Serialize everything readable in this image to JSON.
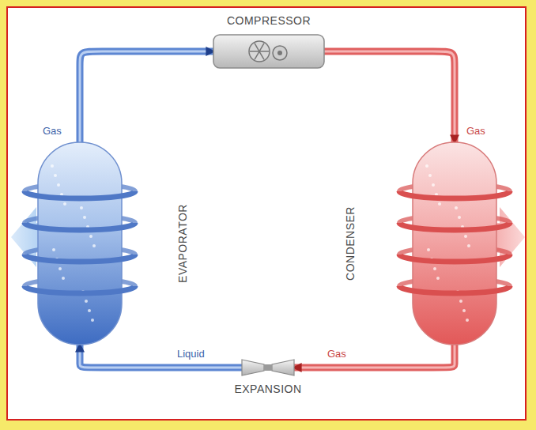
{
  "diagram": {
    "nodes": [
      {
        "text": [
          "COMPRESSOR"
        ]
      },
      {
        "text": [
          "EVAPORATOR"
        ]
      },
      {
        "text": [
          "CONDENSER"
        ]
      },
      {
        "text": [
          "EXPANSION"
        ]
      }
    ],
    "edges": [
      {
        "from": 0,
        "to": 2,
        "arrow": "to",
        "label": "Gas"
      },
      {
        "from": 2,
        "to": 3,
        "arrow": "to",
        "label": "Gas"
      },
      {
        "from": 3,
        "to": 1,
        "arrow": "to",
        "label": "Liquid"
      },
      {
        "from": 1,
        "to": 0,
        "arrow": "to",
        "label": "Gas"
      }
    ]
  }
}
